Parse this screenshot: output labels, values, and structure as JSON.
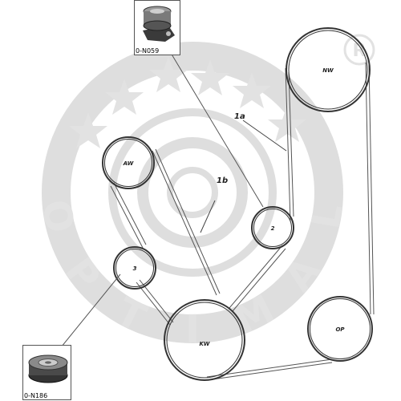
{
  "watermark": {
    "brand": "OPTIMAL",
    "registered_mark": "R"
  },
  "pulleys": [
    {
      "id": "nw",
      "label": "NW"
    },
    {
      "id": "aw",
      "label": "AW"
    },
    {
      "id": "idler-2",
      "label": "2"
    },
    {
      "id": "idler-3",
      "label": "3"
    },
    {
      "id": "kw",
      "label": "KW"
    },
    {
      "id": "op",
      "label": "OP"
    }
  ],
  "callouts": {
    "belt_1a": "1a",
    "belt_1b": "1b"
  },
  "parts": [
    {
      "id": "tensioner",
      "code": "0-N059"
    },
    {
      "id": "idler",
      "code": "0-N186"
    }
  ],
  "colors": {
    "line": "#444444",
    "watermark": "#dcdcdc"
  }
}
